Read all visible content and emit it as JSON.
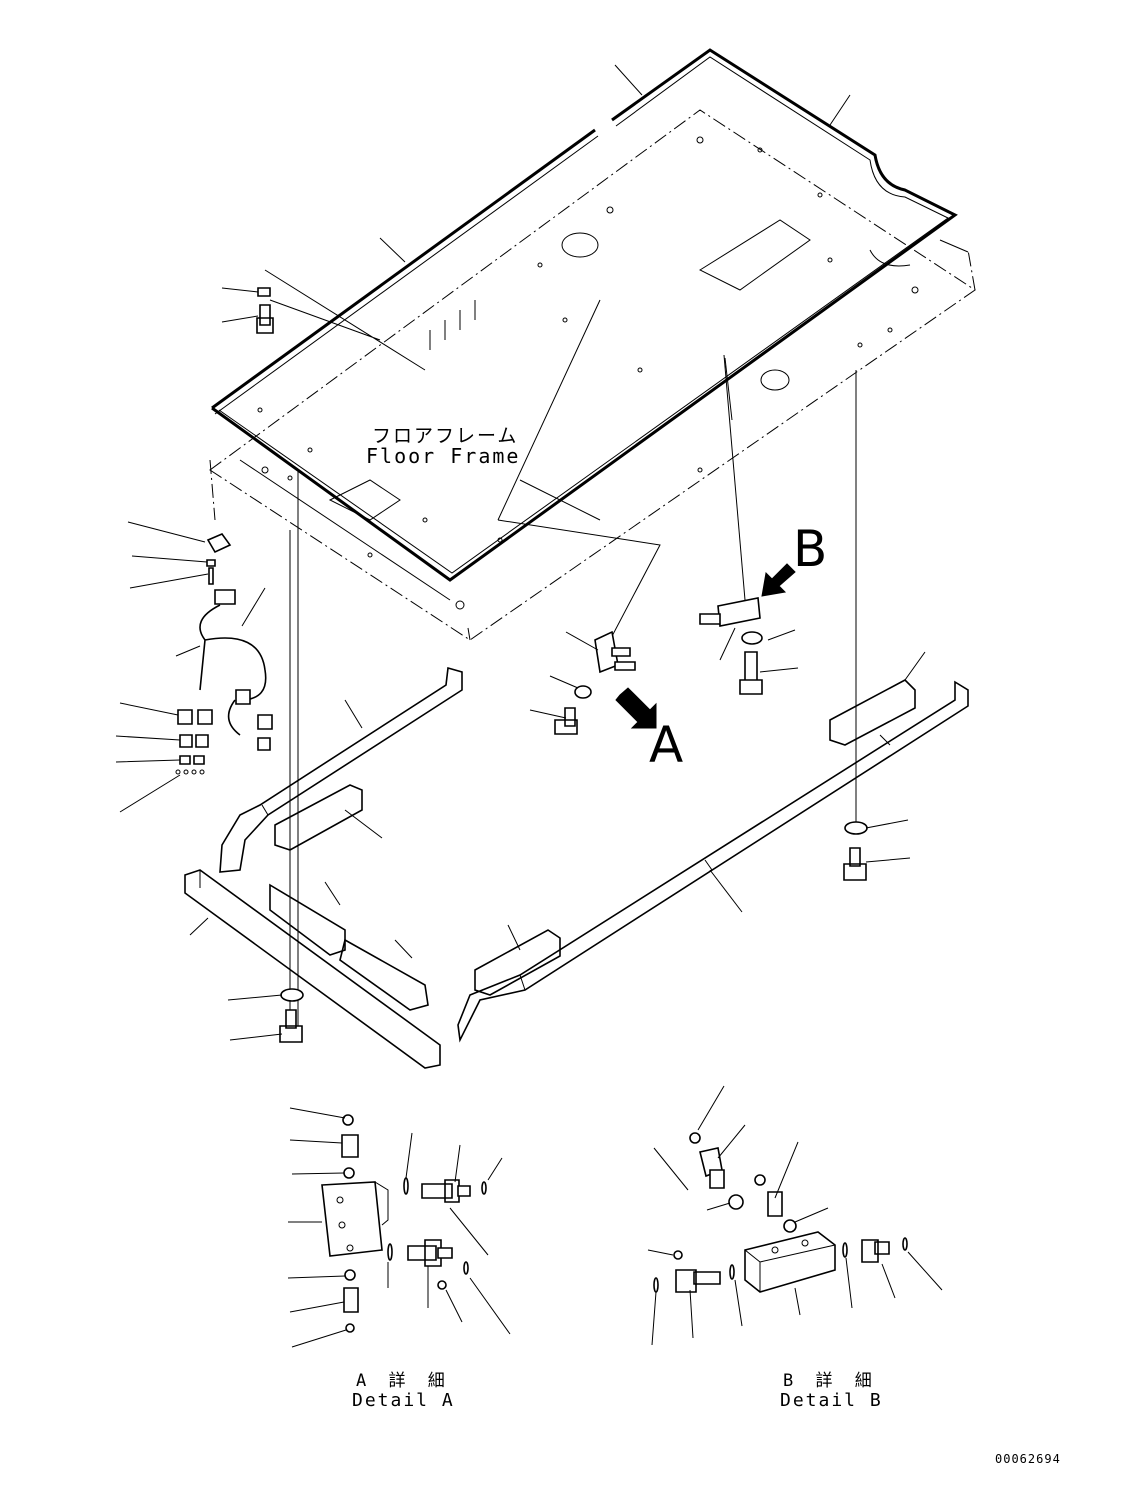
{
  "floor_frame": {
    "label_jp": "フロアフレーム",
    "label_en": "Floor Frame"
  },
  "view_markers": {
    "a": "A",
    "b": "B"
  },
  "detail_a": {
    "title_jp": "A 詳 細",
    "title_en": "Detail A"
  },
  "detail_b": {
    "title_jp": "B 詳 細",
    "title_en": "Detail B"
  },
  "drawing_number": "00062694"
}
